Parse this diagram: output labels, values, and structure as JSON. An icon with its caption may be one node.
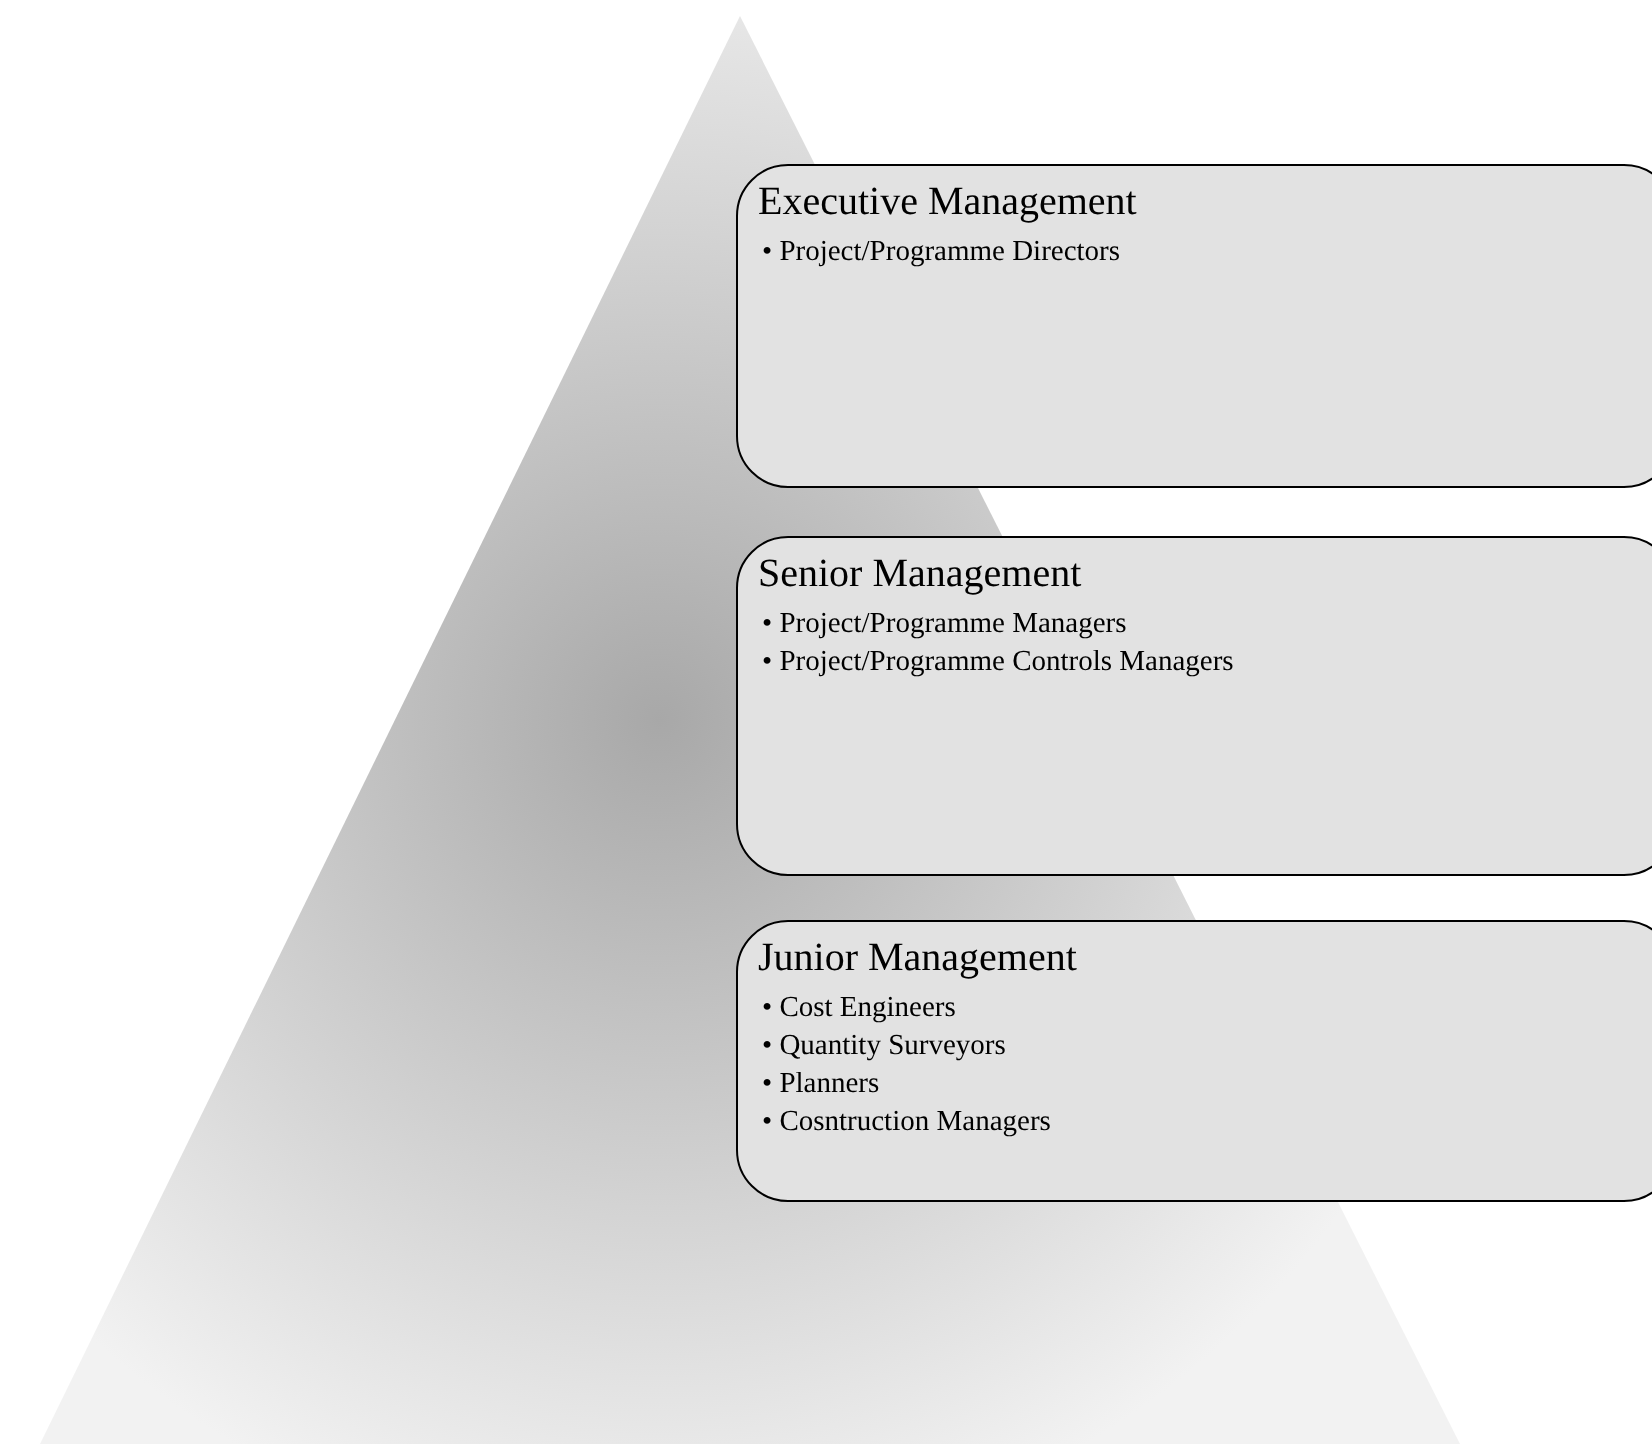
{
  "diagram": {
    "nodes": [
      {
        "text": [
          "Executive Management",
          "• Project/Programme Directors"
        ]
      },
      {
        "text": [
          "Senior Management",
          "• Project/Programme Managers",
          "• Project/Programme Controls Managers"
        ]
      },
      {
        "text": [
          "Junior Management",
          "• Cost Engineers",
          "• Quantity Surveyors",
          "• Planners",
          "• Cosntruction Managers"
        ]
      }
    ]
  }
}
